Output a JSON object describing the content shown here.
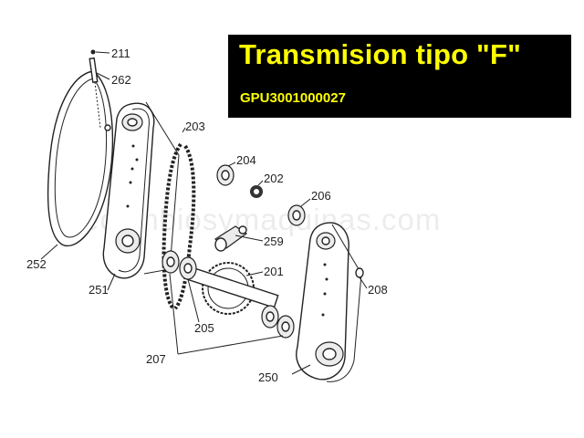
{
  "header": {
    "title": "Transmision tipo \"F\"",
    "code": "GPU3001000027"
  },
  "watermark": "recambiosymaquinas.com",
  "colors": {
    "title_bg": "#000000",
    "title_text": "#ffff00",
    "line": "#222222"
  },
  "callouts": {
    "p211": "211",
    "p262": "262",
    "p203": "203",
    "p204": "204",
    "p202": "202",
    "p206": "206",
    "p259": "259",
    "p201": "201",
    "p252": "252",
    "p251": "251",
    "p205": "205",
    "p208": "208",
    "p207": "207",
    "p250": "250"
  }
}
